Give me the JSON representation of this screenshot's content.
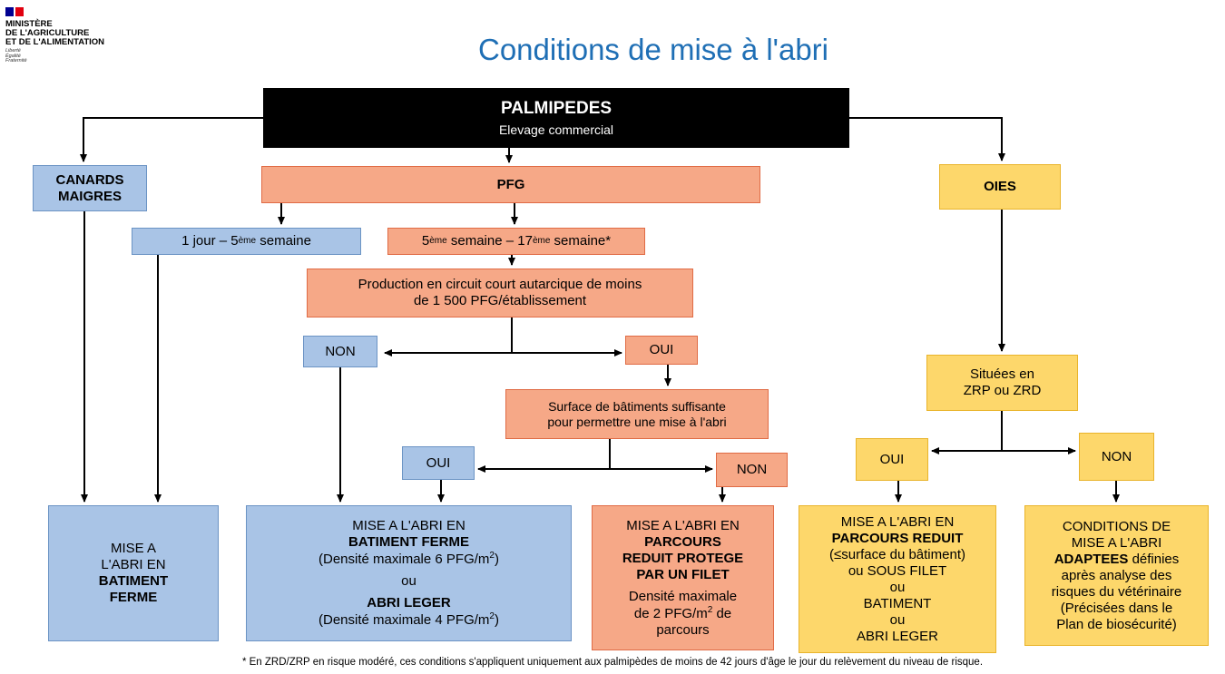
{
  "logo": {
    "line1": "MINISTÈRE",
    "line2": "DE L'AGRICULTURE",
    "line3": "ET DE L'ALIMENTATION",
    "motto1": "Liberté",
    "motto2": "Égalité",
    "motto3": "Fraternité",
    "colors": {
      "blue": "#000091",
      "red": "#e1000f"
    }
  },
  "title": "Conditions de mise à l'abri",
  "root": {
    "title": "PALMIPEDES",
    "subtitle": "Elevage commercial"
  },
  "canards": {
    "line1": "CANARDS",
    "line2": "MAIGRES"
  },
  "pfg": {
    "title": "PFG"
  },
  "oies": {
    "title": "OIES"
  },
  "age1": {
    "pre": "1 jour – 5",
    "sup": "ème",
    "post": " semaine"
  },
  "age2": {
    "pre1": "5",
    "sup1": "ème",
    "mid": " semaine – 17",
    "sup2": "ème",
    "post": " semaine*"
  },
  "production": {
    "line1": "Production en circuit court autarcique de moins",
    "line2": "de 1 500 PFG/établissement"
  },
  "non1": "NON",
  "oui1": "OUI",
  "surface": {
    "line1": "Surface de bâtiments suffisante",
    "line2": "pour permettre une mise à l'abri"
  },
  "oui2": "OUI",
  "non2": "NON",
  "situees": {
    "line1": "Situées en",
    "line2": "ZRP ou ZRD"
  },
  "oui3": "OUI",
  "non3": "NON",
  "result1": {
    "line1": "MISE A",
    "line2": "L'ABRI EN",
    "line3": "BATIMENT",
    "line4": "FERME"
  },
  "result2": {
    "line1": "MISE A L'ABRI EN",
    "line2": "BATIMENT FERME",
    "line3_pre": "(Densité maximale 6 PFG/m",
    "line3_sup": "2",
    "line3_post": ")",
    "line4": "ou",
    "line5": "ABRI LEGER",
    "line6_pre": "(Densité maximale 4 PFG/m",
    "line6_sup": "2",
    "line6_post": ")"
  },
  "result3": {
    "line1": "MISE A L'ABRI EN",
    "line2": "PARCOURS",
    "line3": "REDUIT PROTEGE",
    "line4": "PAR UN FILET",
    "line5": "Densité maximale",
    "line6_pre": "de 2 PFG/m",
    "line6_sup": "2",
    "line6_post": " de",
    "line7": "parcours"
  },
  "result4": {
    "line1": "MISE A L'ABRI EN",
    "line2": "PARCOURS REDUIT",
    "line3": "(≤surface du bâtiment)",
    "line4": "ou SOUS FILET",
    "line5": "ou",
    "line6": "BATIMENT",
    "line7": "ou",
    "line8": "ABRI LEGER"
  },
  "result5": {
    "line1": "CONDITIONS DE",
    "line2": "MISE A L'ABRI",
    "line3_bold": "ADAPTEES",
    "line3_rest": " définies",
    "line4": "après analyse des",
    "line5": "risques du vétérinaire",
    "line6": "(Précisées dans le",
    "line7": "Plan de biosécurité)"
  },
  "footnote": "* En ZRD/ZRP en risque modéré, ces conditions s'appliquent uniquement aux palmipèdes de moins de 42 jours d'âge le jour du relèvement du niveau de risque."
}
